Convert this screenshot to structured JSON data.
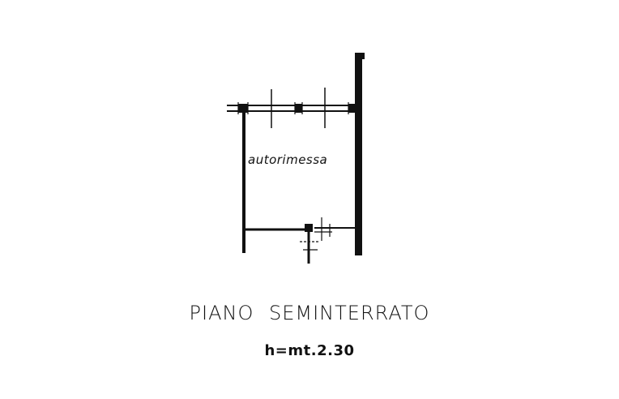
{
  "plan": {
    "room_label": "autorimessa",
    "title": "PIANO SEMINTERRATO",
    "height": "h=mt.2.30",
    "colors": {
      "line": "#111111",
      "background": "#ffffff"
    }
  }
}
